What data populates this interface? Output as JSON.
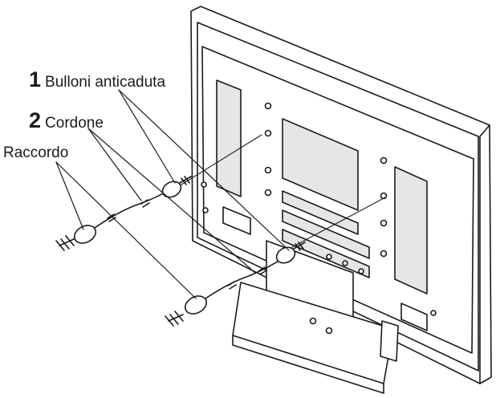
{
  "labels": {
    "bolts": {
      "number": "1",
      "text": "Bulloni anticaduta"
    },
    "cord": {
      "number": "2",
      "text": "Cordone"
    },
    "fitting": {
      "text": "Raccordo"
    }
  },
  "colors": {
    "line": "#1a1a1a",
    "fill": "#ffffff",
    "shade": "#e6e6e6"
  }
}
